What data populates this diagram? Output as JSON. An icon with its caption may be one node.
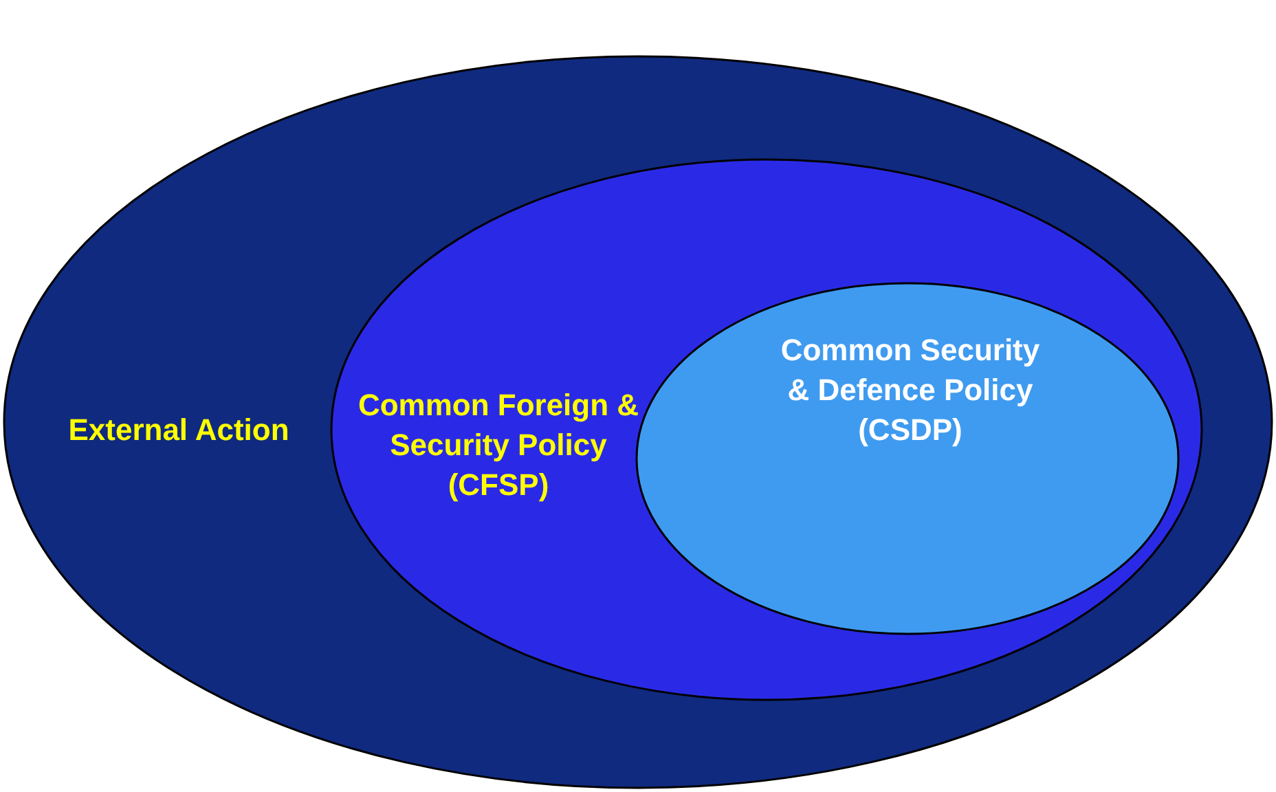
{
  "diagram": {
    "nodes": [
      {
        "text": [
          "External Action"
        ]
      },
      {
        "text": [
          "Common Foreign & Security Policy (CFSP)"
        ],
        "in": 0
      },
      {
        "text": [
          "Common Security & Defence Policy (CSDP)"
        ],
        "in": 1
      }
    ]
  }
}
